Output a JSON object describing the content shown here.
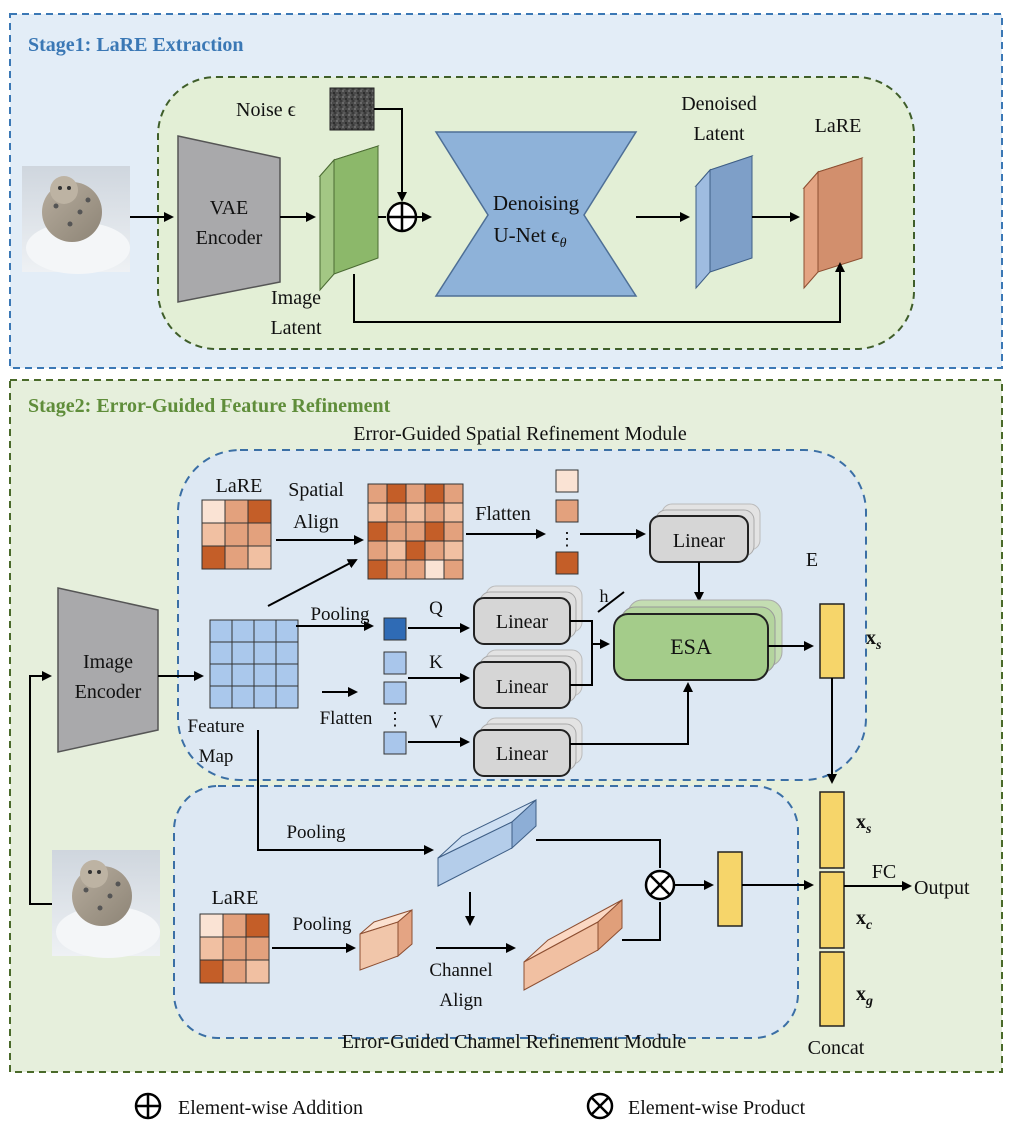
{
  "stage1": {
    "title": "Stage1: LaRE Extraction",
    "noise_label": "Noise ϵ",
    "vae_line1": "VAE",
    "vae_line2": "Encoder",
    "image_latent_line1": "Image",
    "image_latent_line2": "Latent",
    "unet_line1": "Denoising",
    "unet_line2": "U-Net ϵ",
    "unet_sub": "θ",
    "denoised_line1": "Denoised",
    "denoised_line2": "Latent",
    "lare_label": "LaRE"
  },
  "stage2": {
    "title": "Stage2: Error-Guided Feature Refinement",
    "spatial_module_title": "Error-Guided Spatial Refinement Module",
    "channel_module_title": "Error-Guided Channel Refinement Module",
    "image_encoder_line1": "Image",
    "image_encoder_line2": "Encoder",
    "feature_map_line1": "Feature",
    "feature_map_line2": "Map",
    "lare_label": "LaRE",
    "spatial_align_line1": "Spatial",
    "spatial_align_line2": "Align",
    "flatten_top": "Flatten",
    "pooling_label": "Pooling",
    "flatten_label": "Flatten",
    "q_label": "Q",
    "k_label": "K",
    "v_label": "V",
    "h_label": "h",
    "linear_label": "Linear",
    "esa_label": "ESA",
    "e_label": "E",
    "xs_label": "x",
    "xs_sub": "s",
    "channel_pooling_label": "Pooling",
    "channel_lare_label": "LaRE",
    "channel_lare_pooling": "Pooling",
    "channel_align_line1": "Channel",
    "channel_align_line2": "Align",
    "concat_xs": "x",
    "concat_xs_sub": "s",
    "concat_xc": "x",
    "concat_xc_sub": "c",
    "concat_xg": "x",
    "concat_xg_sub": "g",
    "fc_label": "FC",
    "output_label": "Output",
    "concat_label": "Concat"
  },
  "legend": {
    "addition": "Element-wise Addition",
    "product": "Element-wise Product"
  },
  "colors": {
    "stage1_bg": "#e3edf7",
    "stage1_border": "#3b78b5",
    "stage2_bg": "#e6efdc",
    "stage2_border": "#4a6a2a",
    "module_bg": "#dde8f3",
    "encoder_gray": "#a9a9ab",
    "unet_blue": "#8eb2d9",
    "latent_green": "#8cb86a",
    "denoised_blue": "#7e9fc8",
    "lare_orange": "#d28f6d",
    "linear_gray": "#d6d6d6",
    "esa_green": "#a4cc8a",
    "feature_yellow": "#f6d56a",
    "feature_blue": "#aac8ec"
  }
}
